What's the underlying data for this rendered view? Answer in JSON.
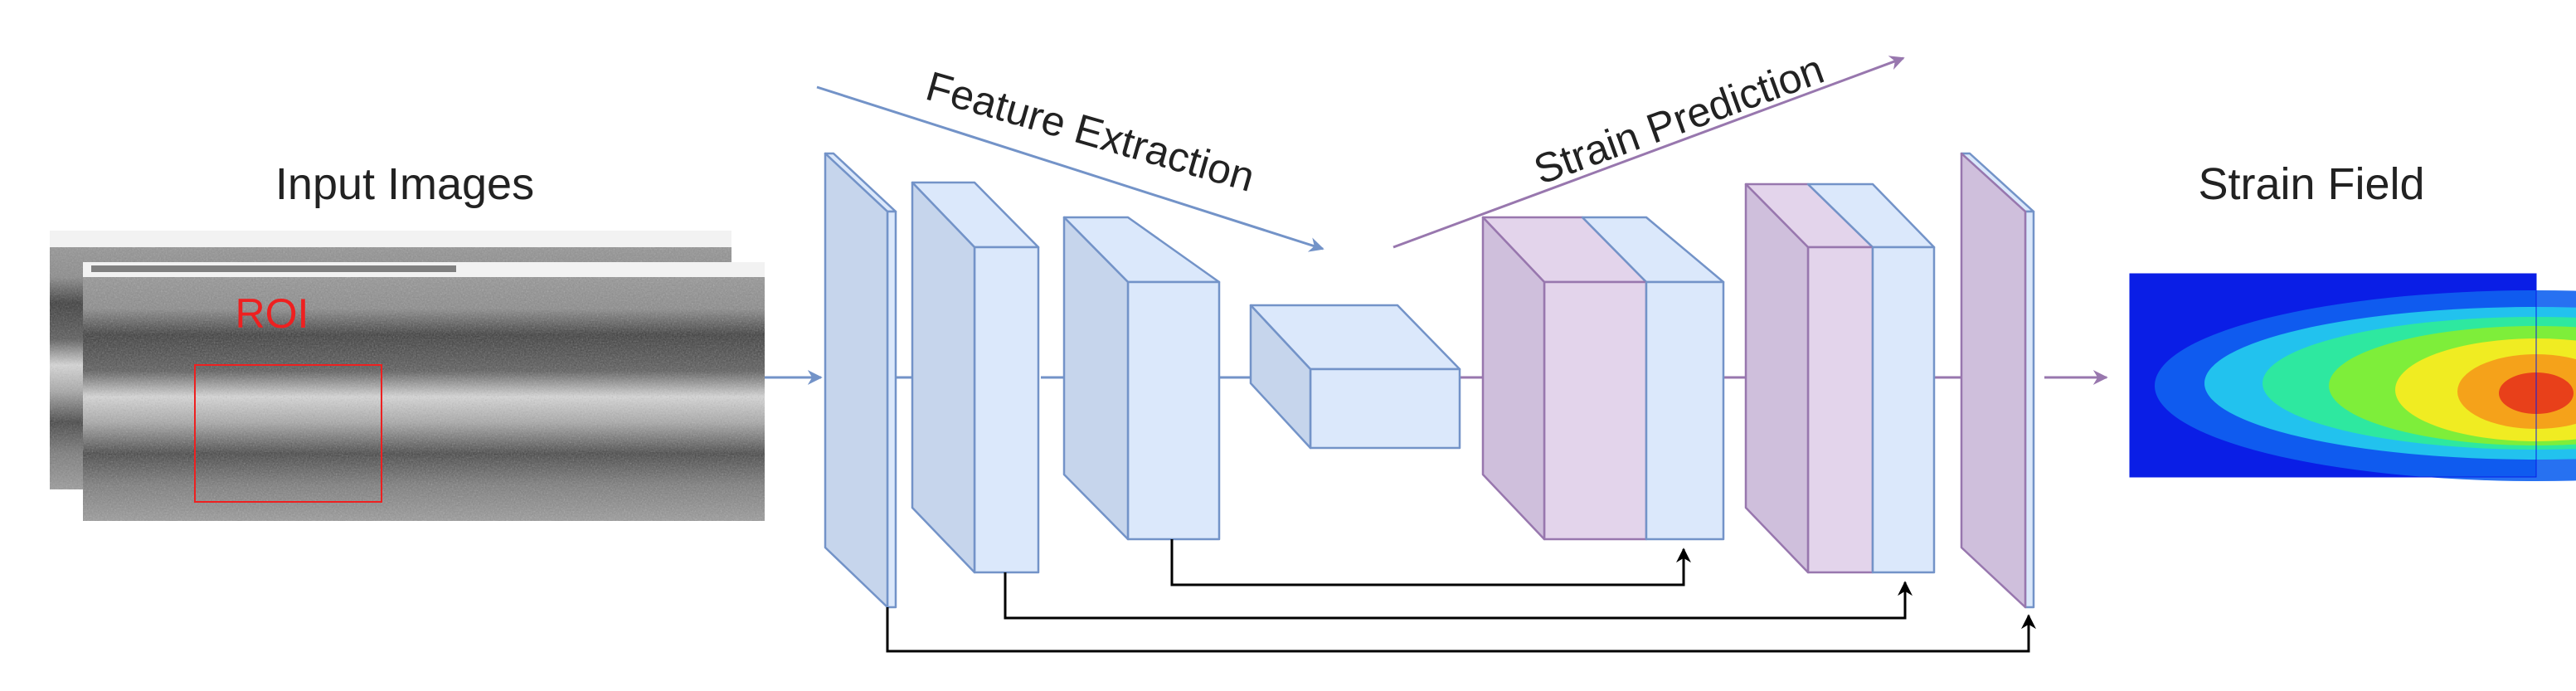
{
  "labels": {
    "input_images": "Input Images",
    "roi": "ROI",
    "feature_extraction": "Feature Extraction",
    "strain_prediction": "Strain Prediction",
    "strain_field": "Strain Field"
  },
  "colors": {
    "encoder_stroke": "#7393c8",
    "encoder_front": "#dbe8fb",
    "encoder_side": "#c6d5ec",
    "decoder_stroke": "#9877ae",
    "decoder_front": "#e3d4eb",
    "decoder_side": "#cfbfdc",
    "skip_line": "#000000",
    "roi": "#ee2020"
  }
}
